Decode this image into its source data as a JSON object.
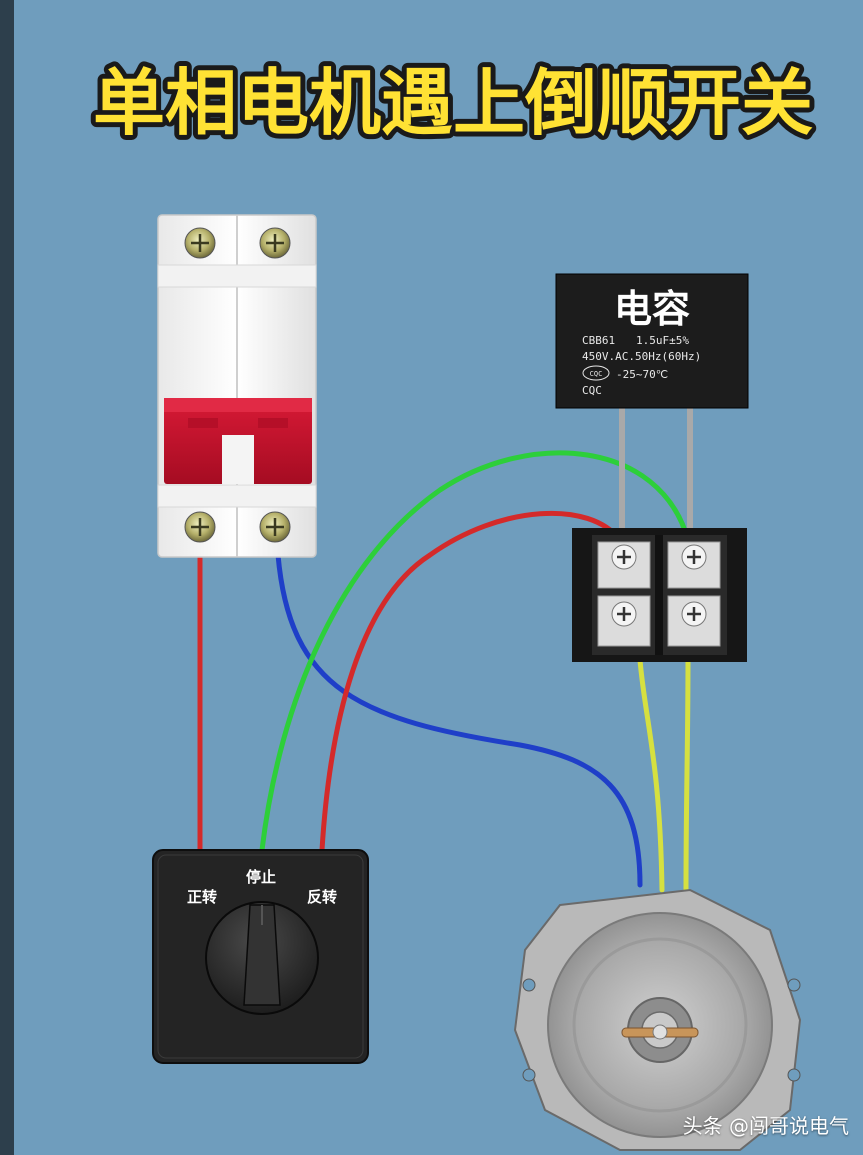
{
  "title": "单相电机遇上倒顺开关",
  "capacitor": {
    "label": "电容",
    "model": "CBB61",
    "capacitance": "1.5uF±5%",
    "rating": "450V.AC.50Hz(60Hz)",
    "cert_mark": "CQC",
    "temp_range": "-25~70℃",
    "cert_text": "CQC"
  },
  "switch": {
    "forward_label": "正转",
    "stop_label": "停止",
    "reverse_label": "反转"
  },
  "watermark": "头条 @闯哥说电气",
  "colors": {
    "background": "#6f9dbd",
    "title_fill": "#ffe234",
    "wire_red": "#d42a2a",
    "wire_green": "#2dcf3a",
    "wire_blue": "#1f3fc8",
    "wire_yellow": "#d6e040",
    "breaker_handle": "#c8102e"
  }
}
